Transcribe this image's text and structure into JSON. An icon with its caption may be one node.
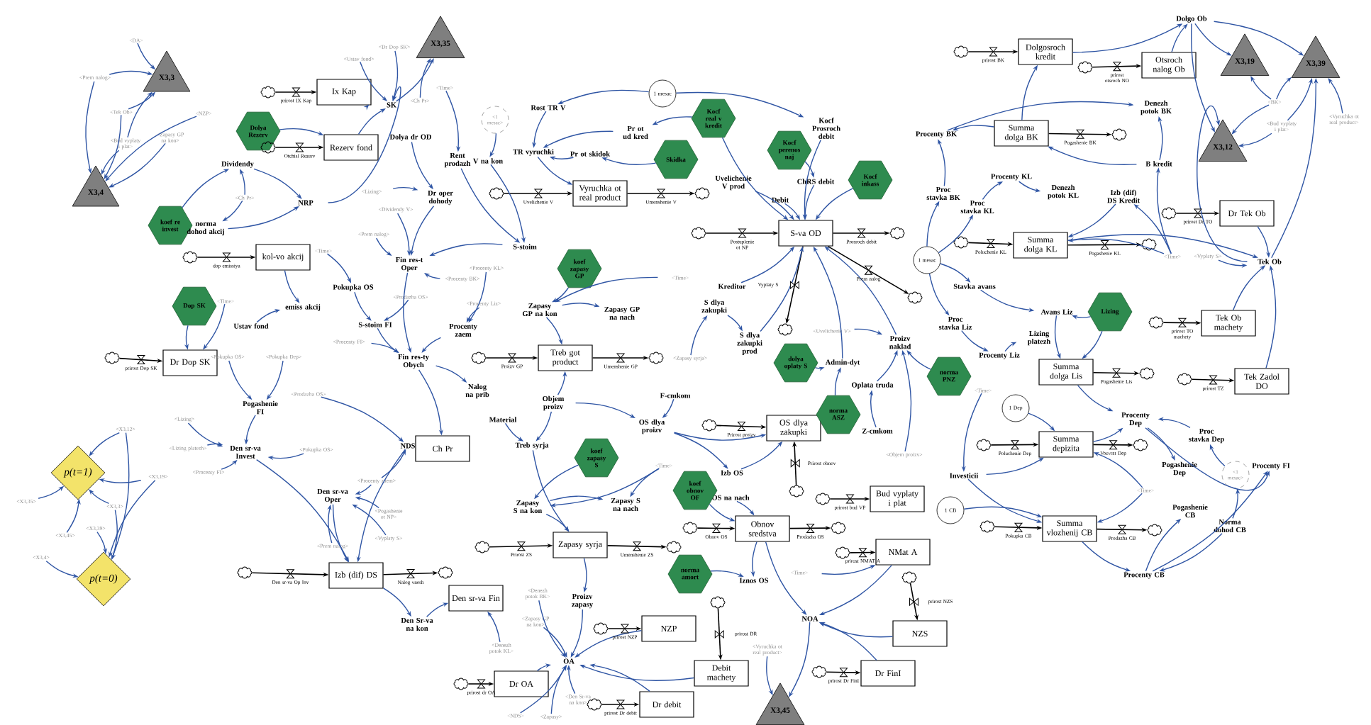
{
  "diagram": {
    "nodes": [
      {
        "text": [
          "<DA>"
        ]
      },
      {
        "text": [
          "<Prem nalog>"
        ]
      },
      {
        "text": [
          "X3,3"
        ]
      },
      {
        "text": [
          "<Tek Ob>"
        ]
      },
      {
        "text": [
          "<Bud vyplaty i plat>"
        ]
      },
      {
        "text": [
          "<Zapasy GP na kon>"
        ]
      },
      {
        "text": [
          "<NZP>"
        ]
      },
      {
        "text": [
          "X3,4"
        ]
      },
      {
        "text": [
          "Dolya Rezerv"
        ]
      },
      {
        "text": [
          "Dividendy"
        ]
      },
      {
        "text": [
          "NRP"
        ]
      },
      {
        "text": [
          "koef re invest"
        ]
      },
      {
        "text": [
          "norma dohod akcij"
        ]
      },
      {
        "text": [
          "<Ch Pr>"
        ]
      },
      {
        "text": [
          "Ix Kap"
        ]
      },
      {
        "text": [
          "Rezerv fond"
        ]
      },
      {
        "text": [
          "SK"
        ]
      },
      {
        "text": [
          "kol-vo akcij"
        ]
      },
      {
        "text": [
          "Dop SK"
        ]
      },
      {
        "text": [
          "<Time>"
        ]
      },
      {
        "text": [
          "emiss akcij"
        ]
      },
      {
        "text": [
          "Ustav fond"
        ]
      },
      {
        "text": [
          "Dr Dop SK"
        ]
      },
      {
        "text": [
          "<Ustav fond>"
        ]
      },
      {
        "text": [
          "<Dr Dop SK>"
        ]
      },
      {
        "text": [
          "X3,35"
        ]
      },
      {
        "text": [
          "<Ch Pr>"
        ]
      },
      {
        "text": [
          "Dolya dr OD"
        ]
      },
      {
        "text": [
          "<Time>"
        ]
      },
      {
        "text": [
          "Rent prodazh"
        ]
      },
      {
        "text": [
          "<Lizing>"
        ]
      },
      {
        "text": [
          "Dr oper dohody"
        ]
      },
      {
        "text": [
          "<Dividendy V>"
        ]
      },
      {
        "text": [
          "<Prem nalog>"
        ]
      },
      {
        "text": [
          "<Time>"
        ]
      },
      {
        "text": [
          "Fin res-t Oper"
        ]
      },
      {
        "text": [
          "<Procenty BK>"
        ]
      },
      {
        "text": [
          "Pokupka OS"
        ]
      },
      {
        "text": [
          "<Prodazha OS>"
        ]
      },
      {
        "text": [
          "S-stoim FI"
        ]
      },
      {
        "text": [
          "<Procenty FI>"
        ]
      },
      {
        "text": [
          "Fin res-ty Obych"
        ]
      },
      {
        "text": [
          "Procenty zaem"
        ]
      },
      {
        "text": [
          "<Procenty KL>"
        ]
      },
      {
        "text": [
          "<Procenty Liz>"
        ]
      },
      {
        "text": [
          "S-stoim"
        ]
      },
      {
        "text": [
          "<Pokupka OS>"
        ]
      },
      {
        "text": [
          "<Pokupka Dep>"
        ]
      },
      {
        "text": [
          "Pogashenie FI"
        ]
      },
      {
        "text": [
          "<Prodazha OS>"
        ]
      },
      {
        "text": [
          "<Lizing>"
        ]
      },
      {
        "text": [
          "<Lizing platezh>"
        ]
      },
      {
        "text": [
          "<Procenty FI>"
        ]
      },
      {
        "text": [
          "Den sr-va Invest"
        ]
      },
      {
        "text": [
          "<Pokupka OS>"
        ]
      },
      {
        "text": [
          "NDS"
        ]
      },
      {
        "text": [
          "Ch Pr"
        ]
      },
      {
        "text": [
          "<Procenty zaem>"
        ]
      },
      {
        "text": [
          "Den sr-va Oper"
        ]
      },
      {
        "text": [
          "<Pogashenie ot NP>"
        ]
      },
      {
        "text": [
          "<Prem nalog>"
        ]
      },
      {
        "text": [
          "<Vyplaty S>"
        ]
      },
      {
        "text": [
          "Izb (dif) DS"
        ]
      },
      {
        "text": [
          "Den Sr-va na kon"
        ]
      },
      {
        "text": [
          "p(t=1)"
        ]
      },
      {
        "text": [
          "p(t=0)"
        ]
      },
      {
        "text": [
          "<X3,12>"
        ]
      },
      {
        "text": [
          "<X3,19>"
        ]
      },
      {
        "text": [
          "<X3,35>"
        ]
      },
      {
        "text": [
          "<X3,3>"
        ]
      },
      {
        "text": [
          "<X3,39>"
        ]
      },
      {
        "text": [
          "<X3,45>"
        ]
      },
      {
        "text": [
          "<X3,4>"
        ]
      },
      {
        "text": [
          "1 mesac"
        ]
      },
      {
        "text": [
          "Rost TR V"
        ]
      },
      {
        "text": [
          "<1 mesac>"
        ]
      },
      {
        "text": [
          "V na kon"
        ]
      },
      {
        "text": [
          "TR vyruchki"
        ]
      },
      {
        "text": [
          "Pr ot ud kred"
        ]
      },
      {
        "text": [
          "Pr ot skidok"
        ]
      },
      {
        "text": [
          "Kocf real v kredit"
        ]
      },
      {
        "text": [
          "Skidka"
        ]
      },
      {
        "text": [
          "Vyruchka ot real product"
        ]
      },
      {
        "text": [
          "Kocf Prosroch debit"
        ]
      },
      {
        "text": [
          "Kocf perenos naj"
        ]
      },
      {
        "text": [
          "Uvelichenie V prod"
        ]
      },
      {
        "text": [
          "ChRS debit"
        ]
      },
      {
        "text": [
          "Debit"
        ]
      },
      {
        "text": [
          "Kocf inkass"
        ]
      },
      {
        "text": [
          "S-va OD"
        ]
      },
      {
        "text": [
          "koef zapasy GP"
        ]
      },
      {
        "text": [
          "<Time>"
        ]
      },
      {
        "text": [
          "Kreditor"
        ]
      },
      {
        "text": [],
        "shape": "cloud"
      },
      {
        "text": [
          "Zapasy GP na kon"
        ]
      },
      {
        "text": [
          "Zapasy GP na nach"
        ]
      },
      {
        "text": [
          "S dlya zakupki"
        ]
      },
      {
        "text": [
          "S dlya zakupki prod"
        ]
      },
      {
        "text": [
          "<Zapasy syrja>"
        ]
      },
      {
        "text": [
          "Admin-dyt"
        ]
      },
      {
        "text": [
          "Proizv naklad"
        ]
      },
      {
        "text": [
          "<Uvelichenie V>"
        ]
      },
      {
        "text": [
          "Nalog na prib"
        ]
      },
      {
        "text": [
          "Objem proizv"
        ]
      },
      {
        "text": [
          "Material"
        ]
      },
      {
        "text": [
          "Treb syrja"
        ]
      },
      {
        "text": [
          "F-cmkom"
        ]
      },
      {
        "text": [
          "OS dlya proizv"
        ]
      },
      {
        "text": [
          "Oplata truda"
        ]
      },
      {
        "text": [
          "Z-cmkom"
        ]
      },
      {
        "text": [
          "<Objem proizv>"
        ]
      },
      {
        "text": [
          "Izb OS"
        ]
      },
      {
        "text": [
          "OS na nach"
        ]
      },
      {
        "text": [
          "<Time>"
        ]
      },
      {
        "text": [
          "Zapasy S na kon"
        ]
      },
      {
        "text": [
          "Zapasy S na nach"
        ]
      },
      {
        "text": [
          "Iznos OS"
        ]
      },
      {
        "text": [
          "<Time>"
        ]
      },
      {
        "text": [
          "Proizv zapasy"
        ]
      },
      {
        "text": [
          "<Denezh potok BK>"
        ]
      },
      {
        "text": [
          "<Zapasy GP na kon>"
        ]
      },
      {
        "text": [
          "<Denezh potok KL>"
        ]
      },
      {
        "text": [
          "OA"
        ]
      },
      {
        "text": [
          "<Vyruchka ot real product>"
        ]
      },
      {
        "text": [
          "NOA"
        ]
      },
      {
        "text": [
          "<Den Sr-va na kon>"
        ]
      },
      {
        "text": [
          "<NDS>"
        ]
      },
      {
        "text": [
          "<Zapasy>"
        ]
      },
      {
        "text": [
          "X3,45"
        ]
      },
      {
        "text": [
          "Dolgosroch kredit"
        ]
      },
      {
        "text": [
          "Otsroch nalog Ob"
        ]
      },
      {
        "text": [
          "Dolgo Ob"
        ]
      },
      {
        "text": [
          "X3,19"
        ]
      },
      {
        "text": [
          "X3,39"
        ]
      },
      {
        "text": [
          "X3,12"
        ]
      },
      {
        "text": [
          "<BK>"
        ]
      },
      {
        "text": [
          "<Bud vyplaty i plat>"
        ]
      },
      {
        "text": [
          "<Vyruchka ot real product>"
        ]
      },
      {
        "text": [
          "Denezh potok BK"
        ]
      },
      {
        "text": [
          "Procenty BK"
        ]
      },
      {
        "text": [
          "Summa dolga BK"
        ]
      },
      {
        "text": [
          "B kredit"
        ]
      },
      {
        "text": [
          "Proc stavka BK"
        ]
      },
      {
        "text": [
          "Procenty KL"
        ]
      },
      {
        "text": [
          "Proc stavka KL"
        ]
      },
      {
        "text": [
          "Denezh potok KL"
        ]
      },
      {
        "text": [
          "Izb (dif) DS Kredit"
        ]
      },
      {
        "text": [
          "Summa dolga KL"
        ]
      },
      {
        "text": [
          "Dr Tek Ob"
        ]
      },
      {
        "text": [
          "<Time>"
        ]
      },
      {
        "text": [
          "<Vyplaty S>"
        ]
      },
      {
        "text": [
          "Tek Ob"
        ]
      },
      {
        "text": [
          "1 mesac"
        ]
      },
      {
        "text": [
          "Stavka avans"
        ]
      },
      {
        "text": [
          "Avans Liz"
        ]
      },
      {
        "text": [
          "Lizing"
        ]
      },
      {
        "text": [
          "Proc stavka Liz"
        ]
      },
      {
        "text": [
          "Lizing platezh"
        ]
      },
      {
        "text": [
          "Procenty Liz"
        ]
      },
      {
        "text": [
          "Tek Ob machety"
        ]
      },
      {
        "text": [
          "norma PNZ"
        ]
      },
      {
        "text": [
          "<Time>"
        ]
      },
      {
        "text": [
          "Summa dolga Lis"
        ]
      },
      {
        "text": [
          "Tek Zadol DO"
        ]
      },
      {
        "text": [
          "1 Dep"
        ]
      },
      {
        "text": [
          "Procenty Dep"
        ]
      },
      {
        "text": [
          "Proc stavka Dep"
        ]
      },
      {
        "text": [
          "Procenty FI"
        ]
      },
      {
        "text": [
          "Summa depizita"
        ]
      },
      {
        "text": [
          "Pogashenie Dep"
        ]
      },
      {
        "text": [
          "Investicii"
        ]
      },
      {
        "text": [
          "<Time>"
        ]
      },
      {
        "text": [
          "<1 mesac>"
        ]
      },
      {
        "text": [
          "1 CB"
        ]
      },
      {
        "text": [
          "Summa vlozhenij CB"
        ]
      },
      {
        "text": [
          "Pogashenie CB"
        ]
      },
      {
        "text": [
          "Norma dohod CB"
        ]
      },
      {
        "text": [
          "Procenty CB"
        ]
      },
      {
        "text": [
          "Treb got product"
        ]
      },
      {
        "text": [
          "Den sr-va Fin"
        ]
      },
      {
        "text": [
          "Zapasy syrja"
        ]
      },
      {
        "text": [
          "OS dlya zakupki"
        ]
      },
      {
        "text": [
          "Obnov sredstva"
        ]
      },
      {
        "text": [
          "Bud vyplaty i plat"
        ]
      },
      {
        "text": [
          "NMat A"
        ]
      },
      {
        "text": [
          "NZS"
        ]
      },
      {
        "text": [
          "NZP"
        ]
      },
      {
        "text": [
          "Debit machety"
        ]
      },
      {
        "text": [
          "Dr OA"
        ]
      },
      {
        "text": [
          "Dr debit"
        ]
      },
      {
        "text": [
          "Dr FinI"
        ]
      },
      {
        "text": [
          "dolya oplaty S"
        ]
      },
      {
        "text": [
          "norma ASZ"
        ]
      },
      {
        "text": [
          "koef zapasy S"
        ]
      },
      {
        "text": [
          "koef obnov OF"
        ]
      },
      {
        "text": [
          "norma amort"
        ]
      },
      {
        "text": [],
        "shape": "cloud"
      },
      {
        "text": [],
        "shape": "cloud"
      },
      {
        "text": [],
        "shape": "cloud"
      },
      {
        "text": [],
        "shape": "cloud"
      },
      {
        "text": [],
        "shape": "cloud"
      },
      {
        "text": [],
        "shape": "cloud"
      },
      {
        "text": [],
        "shape": "cloud"
      },
      {
        "text": [],
        "shape": "cloud"
      },
      {
        "text": [],
        "shape": "cloud"
      },
      {
        "text": [],
        "shape": "cloud"
      },
      {
        "text": [],
        "shape": "cloud"
      },
      {
        "text": [],
        "shape": "cloud"
      },
      {
        "text": [],
        "shape": "cloud"
      },
      {
        "text": [],
        "shape": "cloud"
      },
      {
        "text": [],
        "shape": "cloud"
      },
      {
        "text": [],
        "shape": "cloud"
      },
      {
        "text": [],
        "shape": "cloud"
      },
      {
        "text": [],
        "shape": "cloud"
      },
      {
        "text": [],
        "shape": "cloud"
      },
      {
        "text": [],
        "shape": "cloud"
      },
      {
        "text": [],
        "shape": "cloud"
      },
      {
        "text": [],
        "shape": "cloud"
      },
      {
        "text": [],
        "shape": "cloud"
      },
      {
        "text": [],
        "shape": "cloud"
      },
      {
        "text": [],
        "shape": "cloud"
      },
      {
        "text": [],
        "shape": "cloud"
      },
      {
        "text": [],
        "shape": "cloud"
      },
      {
        "text": [],
        "shape": "cloud"
      },
      {
        "text": [],
        "shape": "cloud"
      },
      {
        "text": [],
        "shape": "cloud"
      },
      {
        "text": [],
        "shape": "cloud"
      },
      {
        "text": [],
        "shape": "cloud"
      },
      {
        "text": [],
        "shape": "cloud"
      },
      {
        "text": [],
        "shape": "cloud"
      },
      {
        "text": [],
        "shape": "cloud"
      },
      {
        "text": [],
        "shape": "cloud"
      },
      {
        "text": [],
        "shape": "cloud"
      },
      {
        "text": [],
        "shape": "cloud"
      },
      {
        "text": [],
        "shape": "cloud"
      },
      {
        "text": [],
        "shape": "cloud"
      }
    ],
    "edges": [
      {
        "from": 196,
        "to": 14,
        "arrow": "to",
        "color": "#000000",
        "label": "prirost IX Kap"
      },
      {
        "from": 197,
        "to": 15,
        "arrow": "to",
        "color": "#000000",
        "label": "Otchisl Rezerv"
      },
      {
        "from": 198,
        "to": 17,
        "arrow": "to",
        "color": "#000000",
        "label": "dop emissiya"
      },
      {
        "from": 199,
        "to": 22,
        "arrow": "to",
        "color": "#000000",
        "label": "prirost Dop SK"
      },
      {
        "from": 200,
        "to": 62,
        "arrow": "to",
        "color": "#000000",
        "label": "Den sr-va Op Inv"
      },
      {
        "from": 62,
        "to": 201,
        "arrow": "to",
        "color": "#000000",
        "label": "Nalog vnesh"
      },
      {
        "from": 202,
        "to": 82,
        "arrow": "to",
        "color": "#000000",
        "label": "Uvelichenie V"
      },
      {
        "from": 82,
        "to": 203,
        "arrow": "to",
        "color": "#000000",
        "label": "Umenshenie V"
      },
      {
        "from": 204,
        "to": 89,
        "arrow": "to",
        "color": "#000000",
        "label": "Postuplenie ot NP"
      },
      {
        "from": 89,
        "to": 205,
        "arrow": "to",
        "color": "#000000",
        "label": "Prosroch debit"
      },
      {
        "from": 89,
        "to": 93,
        "arrow": "to",
        "color": "#000000",
        "label": "Vyplaty S"
      },
      {
        "from": 89,
        "to": 206,
        "arrow": "to",
        "color": "#000000",
        "label": "Prem nalog"
      },
      {
        "from": 207,
        "to": 178,
        "arrow": "to",
        "color": "#000000",
        "label": "Proizv GP"
      },
      {
        "from": 178,
        "to": 208,
        "arrow": "to",
        "color": "#000000",
        "label": "Umenshenie GP"
      },
      {
        "from": 209,
        "to": 181,
        "arrow": "to",
        "color": "#000000",
        "label": "Prirost proizv"
      },
      {
        "from": 210,
        "to": 181,
        "arrow": "to",
        "color": "#000000",
        "label": "Prirost obnov"
      },
      {
        "from": 211,
        "to": 182,
        "arrow": "to",
        "color": "#000000",
        "label": "Obnov OS"
      },
      {
        "from": 182,
        "to": 212,
        "arrow": "to",
        "color": "#000000",
        "label": "Prodazha OS"
      },
      {
        "from": 213,
        "to": 180,
        "arrow": "to",
        "color": "#000000",
        "label": "Prirost ZS"
      },
      {
        "from": 180,
        "to": 214,
        "arrow": "to",
        "color": "#000000",
        "label": "Umenshenie ZS"
      },
      {
        "from": 215,
        "to": 183,
        "arrow": "to",
        "color": "#000000",
        "label": "prirost bud VP"
      },
      {
        "from": 216,
        "to": 184,
        "arrow": "to",
        "color": "#000000",
        "label": "prirost NMAT A"
      },
      {
        "from": 217,
        "to": 185,
        "arrow": "to",
        "color": "#000000",
        "label": "prirost NZS"
      },
      {
        "from": 218,
        "to": 186,
        "arrow": "to",
        "color": "#000000",
        "label": "prirost NZP"
      },
      {
        "from": 219,
        "to": 187,
        "arrow": "to",
        "color": "#000000",
        "label": "prirost DR"
      },
      {
        "from": 220,
        "to": 188,
        "arrow": "to",
        "color": "#000000",
        "label": "prirost dr OA"
      },
      {
        "from": 221,
        "to": 189,
        "arrow": "to",
        "color": "#000000",
        "label": "prirost Dr debit"
      },
      {
        "from": 222,
        "to": 190,
        "arrow": "to",
        "color": "#000000",
        "label": "prirost Dr FinI"
      },
      {
        "from": 223,
        "to": 129,
        "arrow": "to",
        "color": "#000000",
        "label": "prirost BK"
      },
      {
        "from": 224,
        "to": 130,
        "arrow": "to",
        "color": "#000000",
        "label": "prirost otsroch NO"
      },
      {
        "from": 140,
        "to": 225,
        "arrow": "to",
        "color": "#000000",
        "label": "Pogashenie BK"
      },
      {
        "from": 226,
        "to": 147,
        "arrow": "to",
        "color": "#000000",
        "label": "Poluchenie KL"
      },
      {
        "from": 147,
        "to": 227,
        "arrow": "to",
        "color": "#000000",
        "label": "Pogashenie KL"
      },
      {
        "from": 228,
        "to": 148,
        "arrow": "to",
        "color": "#000000",
        "label": "prirost Dr TO"
      },
      {
        "from": 229,
        "to": 159,
        "arrow": "to",
        "color": "#000000",
        "label": "prirost TO machety"
      },
      {
        "from": 162,
        "to": 230,
        "arrow": "to",
        "color": "#000000",
        "label": "Pogashenie Lis"
      },
      {
        "from": 231,
        "to": 163,
        "arrow": "to",
        "color": "#000000",
        "label": "prirost TZ"
      },
      {
        "from": 232,
        "to": 168,
        "arrow": "to",
        "color": "#000000",
        "label": "Poluchenie Dep"
      },
      {
        "from": 168,
        "to": 233,
        "arrow": "to",
        "color": "#000000",
        "label": "Vozvrat Dep"
      },
      {
        "from": 234,
        "to": 174,
        "arrow": "to",
        "color": "#000000",
        "label": "Pokupka CB"
      },
      {
        "from": 174,
        "to": 235,
        "arrow": "to",
        "color": "#000000",
        "label": "Prodazha CB"
      },
      {
        "from": 0,
        "to": 2,
        "arrow": "to"
      },
      {
        "from": 1,
        "to": 2,
        "arrow": "to"
      },
      {
        "from": 3,
        "to": 2,
        "arrow": "to"
      },
      {
        "from": 4,
        "to": 2,
        "arrow": "to"
      },
      {
        "from": 1,
        "to": 7,
        "arrow": "to"
      },
      {
        "from": 3,
        "to": 7,
        "arrow": "to"
      },
      {
        "from": 4,
        "to": 7,
        "arrow": "to"
      },
      {
        "from": 5,
        "to": 7,
        "arrow": "to"
      },
      {
        "from": 6,
        "to": 7,
        "arrow": "to"
      },
      {
        "from": 9,
        "to": 10,
        "arrow": "to"
      },
      {
        "from": 10,
        "to": 16,
        "arrow": "to"
      },
      {
        "from": 11,
        "to": 9,
        "arrow": "to"
      },
      {
        "from": 13,
        "to": 9,
        "arrow": "to"
      },
      {
        "from": 13,
        "to": 12,
        "arrow": "to"
      },
      {
        "from": 12,
        "to": 10,
        "arrow": "to"
      },
      {
        "from": 8,
        "to": 15,
        "arrow": "to"
      },
      {
        "from": 14,
        "to": 16,
        "arrow": "to"
      },
      {
        "from": 15,
        "to": 16,
        "arrow": "to"
      },
      {
        "from": 16,
        "to": 25,
        "arrow": "to"
      },
      {
        "from": 26,
        "to": 25,
        "arrow": "to"
      },
      {
        "from": 23,
        "to": 16,
        "arrow": "to"
      },
      {
        "from": 24,
        "to": 16,
        "arrow": "to"
      },
      {
        "from": 17,
        "to": 20,
        "arrow": "to"
      },
      {
        "from": 21,
        "to": 20,
        "arrow": "to"
      },
      {
        "from": 18,
        "to": 22,
        "arrow": "to"
      },
      {
        "from": 19,
        "to": 22,
        "arrow": "to"
      },
      {
        "from": 27,
        "to": 31,
        "arrow": "to"
      },
      {
        "from": 28,
        "to": 29,
        "arrow": "to"
      },
      {
        "from": 29,
        "to": 45,
        "arrow": "to"
      },
      {
        "from": 30,
        "to": 31,
        "arrow": "to"
      },
      {
        "from": 31,
        "to": 35,
        "arrow": "to"
      },
      {
        "from": 32,
        "to": 35,
        "arrow": "to"
      },
      {
        "from": 33,
        "to": 35,
        "arrow": "to"
      },
      {
        "from": 34,
        "to": 37,
        "arrow": "to"
      },
      {
        "from": 35,
        "to": 41,
        "arrow": "to"
      },
      {
        "from": 36,
        "to": 35,
        "arrow": "to"
      },
      {
        "from": 37,
        "to": 39,
        "arrow": "to"
      },
      {
        "from": 38,
        "to": 39,
        "arrow": "to"
      },
      {
        "from": 39,
        "to": 41,
        "arrow": "to"
      },
      {
        "from": 40,
        "to": 41,
        "arrow": "to"
      },
      {
        "from": 42,
        "to": 41,
        "arrow": "to"
      },
      {
        "from": 43,
        "to": 42,
        "arrow": "to"
      },
      {
        "from": 44,
        "to": 42,
        "arrow": "to"
      },
      {
        "from": 41,
        "to": 56,
        "arrow": "to"
      },
      {
        "from": 45,
        "to": 35,
        "arrow": "to"
      },
      {
        "from": 41,
        "to": 102,
        "arrow": "to"
      },
      {
        "from": 46,
        "to": 48,
        "arrow": "to"
      },
      {
        "from": 47,
        "to": 48,
        "arrow": "to"
      },
      {
        "from": 48,
        "to": 53,
        "arrow": "to"
      },
      {
        "from": 49,
        "to": 55,
        "arrow": "to"
      },
      {
        "from": 50,
        "to": 53,
        "arrow": "to"
      },
      {
        "from": 51,
        "to": 53,
        "arrow": "to"
      },
      {
        "from": 52,
        "to": 53,
        "arrow": "to"
      },
      {
        "from": 54,
        "to": 53,
        "arrow": "to"
      },
      {
        "from": 57,
        "to": 55,
        "arrow": "to"
      },
      {
        "from": 57,
        "to": 58,
        "arrow": "to"
      },
      {
        "from": 59,
        "to": 58,
        "arrow": "to"
      },
      {
        "from": 60,
        "to": 58,
        "arrow": "to"
      },
      {
        "from": 61,
        "to": 58,
        "arrow": "to"
      },
      {
        "from": 62,
        "to": 63,
        "arrow": "to"
      },
      {
        "from": 58,
        "to": 62,
        "arrow": "to"
      },
      {
        "from": 53,
        "to": 62,
        "arrow": "to"
      },
      {
        "from": 55,
        "to": 62,
        "arrow": "to"
      },
      {
        "from": 63,
        "to": 179,
        "arrow": "to"
      },
      {
        "from": 66,
        "to": 64,
        "arrow": "to"
      },
      {
        "from": 67,
        "to": 64,
        "arrow": "to"
      },
      {
        "from": 68,
        "to": 64,
        "arrow": "to"
      },
      {
        "from": 69,
        "to": 64,
        "arrow": "to"
      },
      {
        "from": 71,
        "to": 64,
        "arrow": "to"
      },
      {
        "from": 70,
        "to": 65,
        "arrow": "to"
      },
      {
        "from": 72,
        "to": 65,
        "arrow": "to"
      },
      {
        "from": 66,
        "to": 65,
        "arrow": "to"
      },
      {
        "from": 67,
        "to": 65,
        "arrow": "to"
      },
      {
        "from": 69,
        "to": 65,
        "arrow": "to"
      },
      {
        "from": 73,
        "to": 74,
        "arrow": "to"
      },
      {
        "from": 73,
        "to": 83,
        "arrow": "to"
      },
      {
        "from": 74,
        "to": 77,
        "arrow": "to"
      },
      {
        "from": 75,
        "to": 76,
        "arrow": "to"
      },
      {
        "from": 80,
        "to": 78,
        "arrow": "to"
      },
      {
        "from": 81,
        "to": 79,
        "arrow": "to"
      },
      {
        "from": 78,
        "to": 77,
        "arrow": "to"
      },
      {
        "from": 79,
        "to": 77,
        "arrow": "to"
      },
      {
        "from": 77,
        "to": 82,
        "arrow": "to"
      },
      {
        "from": 76,
        "to": 45,
        "arrow": "to"
      },
      {
        "from": 83,
        "to": 89,
        "arrow": "to"
      },
      {
        "from": 84,
        "to": 86,
        "arrow": "to"
      },
      {
        "from": 88,
        "to": 89,
        "arrow": "to"
      },
      {
        "from": 85,
        "to": 89,
        "arrow": "to"
      },
      {
        "from": 86,
        "to": 89,
        "arrow": "to"
      },
      {
        "from": 87,
        "to": 89,
        "arrow": "to"
      },
      {
        "from": 80,
        "to": 89,
        "arrow": "to"
      },
      {
        "from": 90,
        "to": 94,
        "arrow": "to"
      },
      {
        "from": 91,
        "to": 94,
        "arrow": "to"
      },
      {
        "from": 94,
        "to": 95,
        "arrow": "to"
      },
      {
        "from": 92,
        "to": 89,
        "arrow": "to"
      },
      {
        "from": 96,
        "to": 97,
        "arrow": "to"
      },
      {
        "from": 97,
        "to": 89,
        "arrow": "to"
      },
      {
        "from": 98,
        "to": 96,
        "arrow": "to"
      },
      {
        "from": 100,
        "to": 89,
        "arrow": "to"
      },
      {
        "from": 101,
        "to": 100,
        "arrow": "to"
      },
      {
        "from": 191,
        "to": 99,
        "arrow": "to"
      },
      {
        "from": 192,
        "to": 99,
        "arrow": "to"
      },
      {
        "from": 99,
        "to": 89,
        "arrow": "to"
      },
      {
        "from": 103,
        "to": 107,
        "arrow": "to"
      },
      {
        "from": 104,
        "to": 105,
        "arrow": "to"
      },
      {
        "from": 103,
        "to": 105,
        "arrow": "to"
      },
      {
        "from": 105,
        "to": 180,
        "arrow": "to"
      },
      {
        "from": 106,
        "to": 107,
        "arrow": "to"
      },
      {
        "from": 107,
        "to": 181,
        "arrow": "to"
      },
      {
        "from": 107,
        "to": 111,
        "arrow": "to"
      },
      {
        "from": 194,
        "to": 182,
        "arrow": "to"
      },
      {
        "from": 112,
        "to": 182,
        "arrow": "to"
      },
      {
        "from": 111,
        "to": 181,
        "arrow": "to"
      },
      {
        "from": 113,
        "to": 114,
        "arrow": "to"
      },
      {
        "from": 113,
        "to": 115,
        "arrow": "to"
      },
      {
        "from": 114,
        "to": 115,
        "arrow": "to"
      },
      {
        "from": 193,
        "to": 114,
        "arrow": "to"
      },
      {
        "from": 114,
        "to": 180,
        "arrow": "to"
      },
      {
        "from": 182,
        "to": 116,
        "arrow": "to"
      },
      {
        "from": 195,
        "to": 116,
        "arrow": "to"
      },
      {
        "from": 117,
        "to": 184,
        "arrow": "to"
      },
      {
        "from": 118,
        "to": 122,
        "arrow": "to"
      },
      {
        "from": 119,
        "to": 122,
        "arrow": "to"
      },
      {
        "from": 120,
        "to": 122,
        "arrow": "to"
      },
      {
        "from": 121,
        "to": 179,
        "arrow": "to"
      },
      {
        "from": 125,
        "to": 122,
        "arrow": "to"
      },
      {
        "from": 126,
        "to": 122,
        "arrow": "to"
      },
      {
        "from": 127,
        "to": 122,
        "arrow": "to"
      },
      {
        "from": 186,
        "to": 122,
        "arrow": "to"
      },
      {
        "from": 187,
        "to": 122,
        "arrow": "to"
      },
      {
        "from": 189,
        "to": 122,
        "arrow": "to"
      },
      {
        "from": 188,
        "to": 122,
        "arrow": "to"
      },
      {
        "from": 182,
        "to": 124,
        "arrow": "to"
      },
      {
        "from": 124,
        "to": 128,
        "arrow": "to"
      },
      {
        "from": 123,
        "to": 128,
        "arrow": "to"
      },
      {
        "from": 185,
        "to": 124,
        "arrow": "to"
      },
      {
        "from": 190,
        "to": 124,
        "arrow": "to"
      },
      {
        "from": 184,
        "to": 124,
        "arrow": "to"
      },
      {
        "from": 108,
        "to": 100,
        "arrow": "to"
      },
      {
        "from": 109,
        "to": 108,
        "arrow": "to"
      },
      {
        "from": 110,
        "to": 100,
        "arrow": "to"
      },
      {
        "from": 94,
        "to": 178,
        "arrow": "to"
      },
      {
        "from": 103,
        "to": 178,
        "arrow": "to"
      },
      {
        "from": 180,
        "to": 118,
        "arrow": "to"
      },
      {
        "from": 129,
        "to": 131,
        "arrow": "to"
      },
      {
        "from": 130,
        "to": 131,
        "arrow": "to"
      },
      {
        "from": 131,
        "to": 132,
        "arrow": "to"
      },
      {
        "from": 131,
        "to": 133,
        "arrow": "to"
      },
      {
        "from": 131,
        "to": 134,
        "arrow": "to"
      },
      {
        "from": 135,
        "to": 132,
        "arrow": "to"
      },
      {
        "from": 135,
        "to": 134,
        "arrow": "to"
      },
      {
        "from": 135,
        "to": 133,
        "arrow": "to"
      },
      {
        "from": 136,
        "to": 133,
        "arrow": "to"
      },
      {
        "from": 136,
        "to": 134,
        "arrow": "to"
      },
      {
        "from": 137,
        "to": 133,
        "arrow": "to"
      },
      {
        "from": 151,
        "to": 134,
        "arrow": "to"
      },
      {
        "from": 151,
        "to": 133,
        "arrow": "to"
      },
      {
        "from": 140,
        "to": 129,
        "arrow": "to"
      },
      {
        "from": 140,
        "to": 139,
        "arrow": "to"
      },
      {
        "from": 139,
        "to": 138,
        "arrow": "to"
      },
      {
        "from": 141,
        "to": 138,
        "arrow": "to"
      },
      {
        "from": 141,
        "to": 140,
        "arrow": "to"
      },
      {
        "from": 142,
        "to": 139,
        "arrow": "to"
      },
      {
        "from": 152,
        "to": 142,
        "arrow": "to"
      },
      {
        "from": 152,
        "to": 144,
        "arrow": "to"
      },
      {
        "from": 152,
        "to": 153,
        "arrow": "to"
      },
      {
        "from": 152,
        "to": 156,
        "arrow": "to"
      },
      {
        "from": 144,
        "to": 143,
        "arrow": "to"
      },
      {
        "from": 143,
        "to": 145,
        "arrow": "to"
      },
      {
        "from": 146,
        "to": 147,
        "arrow": "to"
      },
      {
        "from": 149,
        "to": 146,
        "arrow": "to"
      },
      {
        "from": 149,
        "to": 141,
        "arrow": "to"
      },
      {
        "from": 149,
        "to": 147,
        "arrow": "to"
      },
      {
        "from": 148,
        "to": 151,
        "arrow": "to"
      },
      {
        "from": 150,
        "to": 151,
        "arrow": "to"
      },
      {
        "from": 159,
        "to": 151,
        "arrow": "to"
      },
      {
        "from": 163,
        "to": 151,
        "arrow": "to"
      },
      {
        "from": 147,
        "to": 151,
        "arrow": "to"
      },
      {
        "from": 153,
        "to": 154,
        "arrow": "to"
      },
      {
        "from": 155,
        "to": 154,
        "arrow": "to"
      },
      {
        "from": 156,
        "to": 158,
        "arrow": "to"
      },
      {
        "from": 158,
        "to": 157,
        "arrow": "to"
      },
      {
        "from": 154,
        "to": 162,
        "arrow": "to"
      },
      {
        "from": 155,
        "to": 162,
        "arrow": "to"
      },
      {
        "from": 161,
        "to": 170,
        "arrow": "to"
      },
      {
        "from": 160,
        "to": 100,
        "arrow": "to"
      },
      {
        "from": 170,
        "to": 168,
        "arrow": "to"
      },
      {
        "from": 164,
        "to": 168,
        "arrow": "to"
      },
      {
        "from": 170,
        "to": 174,
        "arrow": "to"
      },
      {
        "from": 173,
        "to": 174,
        "arrow": "to"
      },
      {
        "from": 168,
        "to": 165,
        "arrow": "to"
      },
      {
        "from": 165,
        "to": 169,
        "arrow": "to"
      },
      {
        "from": 171,
        "to": 168,
        "arrow": "to"
      },
      {
        "from": 171,
        "to": 174,
        "arrow": "to"
      },
      {
        "from": 166,
        "to": 165,
        "arrow": "to"
      },
      {
        "from": 172,
        "to": 166,
        "arrow": "to"
      },
      {
        "from": 176,
        "to": 172,
        "arrow": "to"
      },
      {
        "from": 176,
        "to": 177,
        "arrow": "to"
      },
      {
        "from": 174,
        "to": 177,
        "arrow": "to"
      },
      {
        "from": 177,
        "to": 175,
        "arrow": "to"
      },
      {
        "from": 177,
        "to": 167,
        "arrow": "to"
      },
      {
        "from": 165,
        "to": 167,
        "arrow": "to"
      },
      {
        "from": 162,
        "to": 165,
        "arrow": "to"
      }
    ]
  }
}
